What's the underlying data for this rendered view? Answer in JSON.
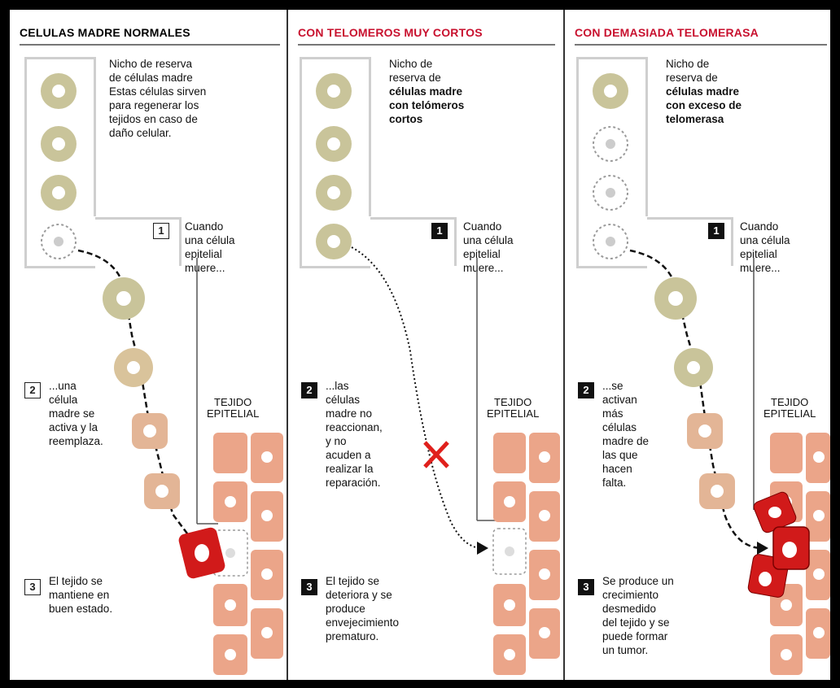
{
  "panels": [
    {
      "title": "CELULAS MADRE NORMALES",
      "title_color": "#222222",
      "niche_text": [
        "Nicho de reserva",
        "de células madre",
        "Estas células sirven",
        "para regenerar los",
        "tejidos en caso de",
        "daño celular."
      ],
      "step1": {
        "num": "1",
        "lines": [
          "Cuando",
          "una célula",
          "epitelial",
          "muere..."
        ]
      },
      "step2": {
        "num": "2",
        "lines": [
          "...una",
          "célula",
          "madre se",
          "activa y la",
          "reemplaza."
        ]
      },
      "step3": {
        "num": "3",
        "lines": [
          "El tejido se",
          "mantiene en",
          "buen estado."
        ]
      },
      "tissue_label": [
        "TEJIDO",
        "EPITELIAL"
      ]
    },
    {
      "title": "CON TELOMEROS MUY CORTOS",
      "title_color": "#c8102e",
      "niche_text": [
        "Nicho de",
        "reserva de",
        "**células madre",
        "**con telómeros",
        "**cortos"
      ],
      "step1": {
        "num": "1",
        "lines": [
          "Cuando",
          "una célula",
          "epitelial",
          "muere..."
        ]
      },
      "step2": {
        "num": "2",
        "lines": [
          "...las",
          "células",
          "madre no",
          "reaccionan,",
          "y no",
          "acuden a",
          "realizar la",
          "reparación."
        ]
      },
      "step3": {
        "num": "3",
        "lines": [
          "El tejido se",
          "deteriora y se",
          "produce",
          "envejecimiento",
          "prematuro."
        ]
      },
      "tissue_label": [
        "TEJIDO",
        "EPITELIAL"
      ]
    },
    {
      "title": "CON DEMASIADA TELOMERASA",
      "title_color": "#c8102e",
      "niche_text": [
        "Nicho de",
        "reserva de",
        "**células madre",
        "**con exceso de",
        "**telomerasa"
      ],
      "step1": {
        "num": "1",
        "lines": [
          "Cuando",
          "una célula",
          "epitelial",
          "muere..."
        ]
      },
      "step2": {
        "num": "2",
        "lines": [
          "...se",
          "activan",
          "más",
          "células",
          "madre de",
          "las que",
          "hacen",
          "falta."
        ]
      },
      "step3": {
        "num": "3",
        "lines": [
          "Se produce un",
          "crecimiento",
          "desmedido",
          "del tejido y se",
          "puede formar",
          "un tumor."
        ]
      },
      "tissue_label": [
        "TEJIDO",
        "EPITELIAL"
      ]
    }
  ],
  "colors": {
    "stem_cell": "#c9c49a",
    "activating_cell": "#e3b596",
    "tissue_cell": "#eba589",
    "dead_cell_outline": "#9a9a9a",
    "red_cell": "#d11a1a",
    "x_mark": "#e0201c"
  }
}
